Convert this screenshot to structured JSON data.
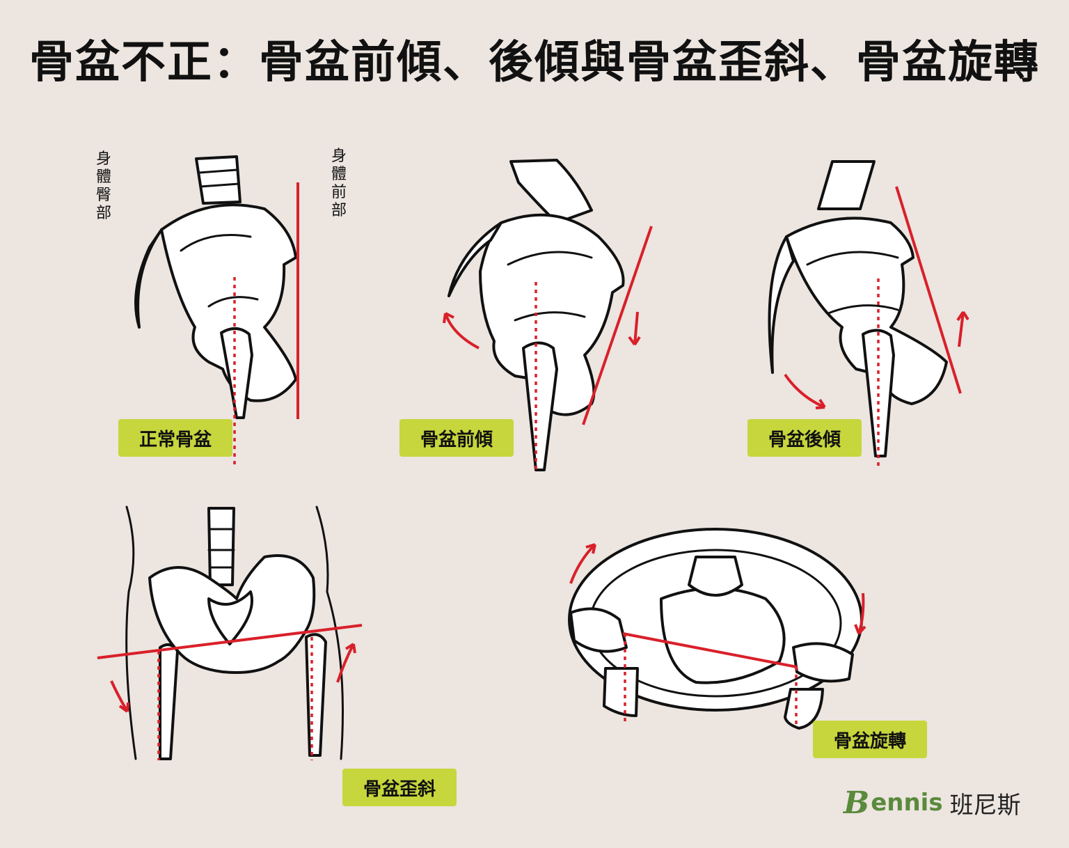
{
  "title": "骨盆不正：骨盆前傾、後傾與骨盆歪斜、骨盆旋轉",
  "side_labels": {
    "back": "身體臀部",
    "front": "身體前部"
  },
  "panels": [
    {
      "id": "normal",
      "label": "正常骨盆"
    },
    {
      "id": "anterior",
      "label": "骨盆前傾"
    },
    {
      "id": "posterior",
      "label": "骨盆後傾"
    },
    {
      "id": "oblique",
      "label": "骨盆歪斜"
    },
    {
      "id": "rotation",
      "label": "骨盆旋轉"
    }
  ],
  "logo": {
    "initial": "B",
    "text": "ennis",
    "chinese": "班尼斯"
  },
  "colors": {
    "background": "#ece5e0",
    "label": "#c6d63c",
    "line": "#d9202a",
    "logo": "#5a8a3c"
  }
}
